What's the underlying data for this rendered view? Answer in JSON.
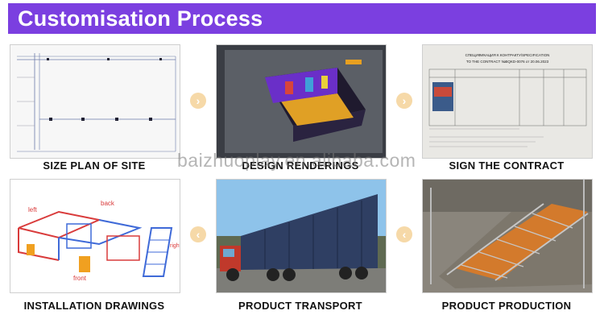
{
  "header": {
    "title": "Customisation Process",
    "bg_color": "#7b3fe0"
  },
  "steps": [
    {
      "caption": "SIZE PLAN OF SITE"
    },
    {
      "caption": "DESIGN RENDERINGS"
    },
    {
      "caption": "SIGN THE CONTRACT"
    },
    {
      "caption": "INSTALLATION DRAWINGS"
    },
    {
      "caption": "PRODUCT TRANSPORT"
    },
    {
      "caption": "PRODUCT PRODUCTION"
    }
  ],
  "arrows": {
    "right_glyph": "›",
    "left_glyph": "‹"
  },
  "watermark": "baizhuoplay.en.alibaba.com",
  "contract_doc": {
    "heading": "СПЕЦИФИКАЦИЯ К КОНТРАКТУ/SPECIFICATION",
    "subheading": "TO THE CONTRACT №BQKD-0076 от 20.06.2023"
  },
  "drawing_labels": {
    "left": "left",
    "back": "back",
    "front": "front",
    "right": "right"
  }
}
